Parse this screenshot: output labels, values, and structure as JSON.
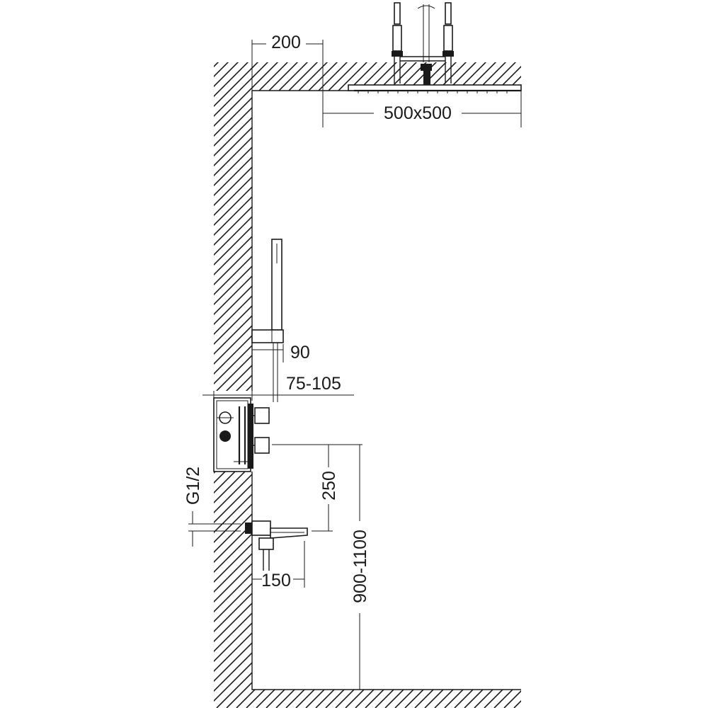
{
  "dimensions": {
    "ceiling_offset": "200",
    "rain_shower_size": "500x500",
    "handshower_bracket": "90",
    "wall_depth": "75-105",
    "thread_size": "G1/2",
    "mixer_to_spout": "250",
    "mixer_height": "900-1100",
    "spout_projection": "150"
  },
  "colors": {
    "line": "#1a1a1a",
    "background": "#ffffff"
  }
}
